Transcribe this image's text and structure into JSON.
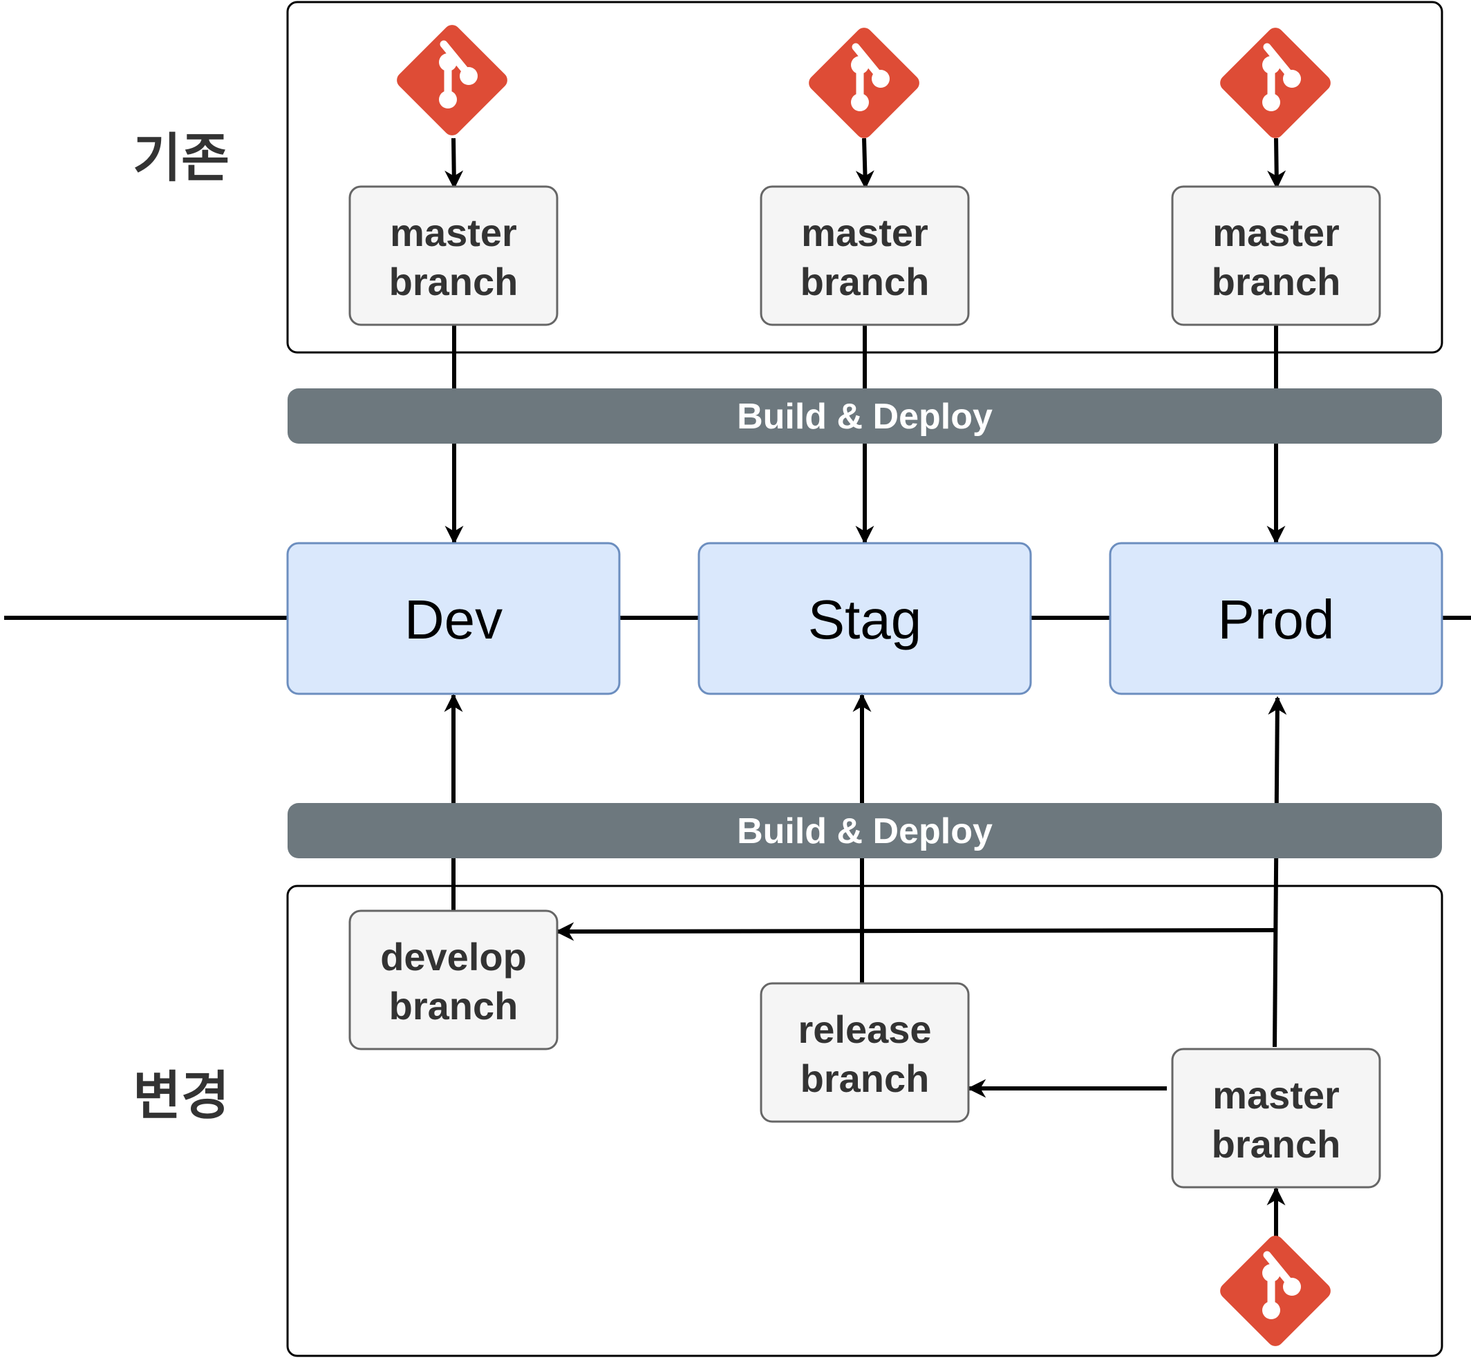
{
  "sections": {
    "before": "기존",
    "after": "변경"
  },
  "build_bars": {
    "top": "Build & Deploy",
    "bottom": "Build & Deploy"
  },
  "environments": {
    "dev": "Dev",
    "stag": "Stag",
    "prod": "Prod"
  },
  "before_branches": [
    {
      "line1": "master",
      "line2": "branch"
    },
    {
      "line1": "master",
      "line2": "branch"
    },
    {
      "line1": "master",
      "line2": "branch"
    }
  ],
  "after_branches": {
    "develop": {
      "line1": "develop",
      "line2": "branch"
    },
    "release": {
      "line1": "release",
      "line2": "branch"
    },
    "master": {
      "line1": "master",
      "line2": "branch"
    }
  },
  "icons": {
    "git": "git-icon"
  },
  "colors": {
    "git": "#DE4C36",
    "build_bar": "#6D787E",
    "env_fill": "#DAE8FC",
    "env_stroke": "#6C8EBF",
    "branch_fill": "#F5F5F5",
    "branch_stroke": "#666666"
  }
}
